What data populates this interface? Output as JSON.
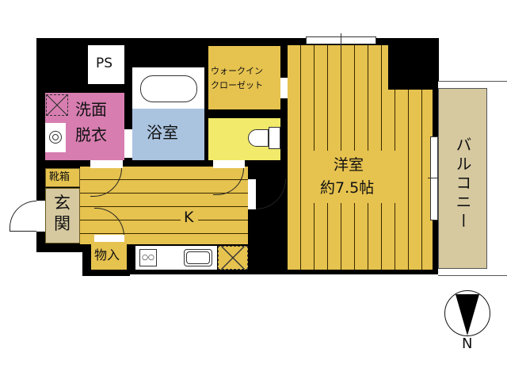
{
  "floorplan": {
    "rooms": {
      "ps": {
        "label": "PS"
      },
      "washroom": {
        "label_line1": "洗面",
        "label_line2": "脱衣",
        "color": "#d77db0"
      },
      "bathroom": {
        "label": "浴室",
        "color": "#aac4e0"
      },
      "walk_in_closet": {
        "label_line1": "ウォークイン",
        "label_line2": "クローゼット",
        "color": "#e6c24f"
      },
      "toilet": {
        "color": "#f1ea6a"
      },
      "western_room": {
        "label_line1": "洋室",
        "label_line2": "約7.5帖",
        "color": "#e6c24f"
      },
      "balcony": {
        "label": "バルコニー",
        "color": "#d6c9a0"
      },
      "kitchen": {
        "label": "K",
        "color": "#e6c24f"
      },
      "shoe_box": {
        "label": "靴箱"
      },
      "entrance": {
        "label_line1": "玄",
        "label_line2": "関",
        "color": "#d6c9a0"
      },
      "storage": {
        "label": "物入"
      }
    },
    "compass": {
      "label": "N"
    }
  }
}
